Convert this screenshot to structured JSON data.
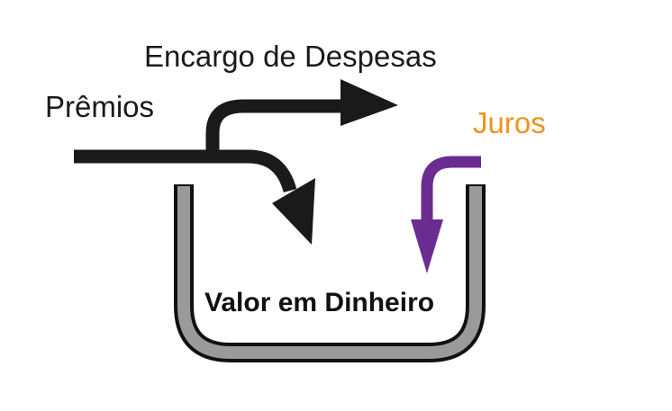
{
  "labels": {
    "expenses": "Encargo de Despesas",
    "premiums": "Prêmios",
    "interest": "Juros",
    "cash_value": "Valor em Dinheiro"
  },
  "colors": {
    "arrow_black": "#1a1a1a",
    "arrow_purple": "#6a2c91",
    "interest_text": "#f0931e",
    "container_fill": "#9a9a9a",
    "container_outline": "#111111"
  }
}
